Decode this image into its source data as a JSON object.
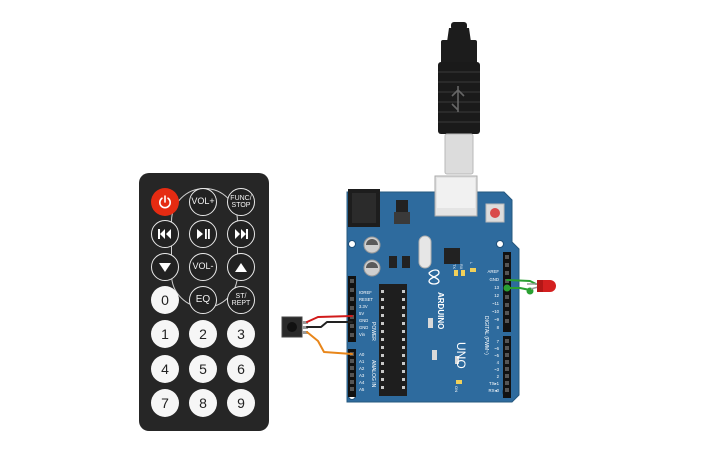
{
  "remote": {
    "buttons": {
      "power": "power-icon",
      "vol_up": "VOL+",
      "func_stop": [
        "FUNC/",
        "STOP"
      ],
      "prev": "previous-track-icon",
      "play_pause": "play-pause-icon",
      "next": "next-track-icon",
      "down": "down-arrow-icon",
      "vol_down": "VOL-",
      "up": "up-arrow-icon",
      "zero": "0",
      "eq": "EQ",
      "st_rept": [
        "ST/",
        "REPT"
      ],
      "digits": [
        "1",
        "2",
        "3",
        "4",
        "5",
        "6",
        "7",
        "8",
        "9"
      ]
    }
  },
  "arduino": {
    "brand": "ARDUINO",
    "model": "UNO",
    "power_header_labels": [
      "IOREF",
      "RESET",
      "3.3V",
      "5V",
      "GND",
      "GND",
      "Vin"
    ],
    "analog_header_labels": [
      "A0",
      "A1",
      "A2",
      "A3",
      "A4",
      "A5"
    ],
    "power_section_label": "POWER",
    "analog_section_label": "ANALOG IN",
    "digital_header_labels": [
      "AREF",
      "GND",
      "13",
      "12",
      "~11",
      "~10",
      "~9",
      "8",
      "7",
      "~6",
      "~5",
      "4",
      "~3",
      "2",
      "TX▸1",
      "RX◂0"
    ],
    "digital_section_label": "DIGITAL (PWM~)",
    "led_labels": [
      "TX",
      "RX",
      "L"
    ],
    "on_label": "ON"
  },
  "colors": {
    "board": "#2e6b9e",
    "remote": "#262626",
    "power_button": "#e52b12",
    "wire_red": "#d11a1a",
    "wire_black": "#222222",
    "wire_orange": "#e8861a",
    "wire_green": "#2aa032",
    "led_red": "#d42020"
  }
}
